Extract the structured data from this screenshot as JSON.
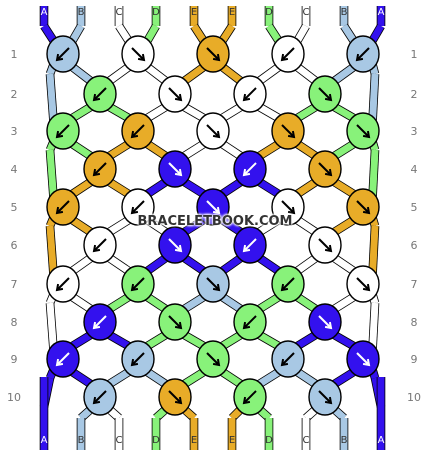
{
  "watermark": "BRACELETBOOK.COM",
  "strings_top": [
    "A",
    "B",
    "C",
    "D",
    "E",
    "E",
    "D",
    "C",
    "B",
    "A"
  ],
  "strings_bottom": [
    "A",
    "B",
    "C",
    "D",
    "E",
    "E",
    "D",
    "C",
    "B",
    "A"
  ],
  "row_labels": [
    "1",
    "2",
    "3",
    "4",
    "5",
    "6",
    "7",
    "8",
    "9",
    "10"
  ],
  "colors": {
    "A": "#3311ee",
    "B": "#a8c8e4",
    "C": "#ffffff",
    "D": "#88f27a",
    "E": "#e8ac28"
  },
  "rows": [
    [
      {
        "c": "B",
        "d": "dl"
      },
      {
        "c": "C",
        "d": "dr"
      },
      {
        "c": "E",
        "d": "dr"
      },
      {
        "c": "C",
        "d": "dl"
      },
      {
        "c": "B",
        "d": "dl"
      }
    ],
    [
      {
        "c": "D",
        "d": "dl"
      },
      {
        "c": "C",
        "d": "dr"
      },
      {
        "c": "C",
        "d": "dl"
      },
      {
        "c": "D",
        "d": "dr"
      }
    ],
    [
      {
        "c": "D",
        "d": "dl"
      },
      {
        "c": "E",
        "d": "dl"
      },
      {
        "c": "C",
        "d": "dr"
      },
      {
        "c": "E",
        "d": "dr"
      },
      {
        "c": "D",
        "d": "dr"
      }
    ],
    [
      {
        "c": "E",
        "d": "dl"
      },
      {
        "c": "A",
        "d": "dr"
      },
      {
        "c": "A",
        "d": "dl"
      },
      {
        "c": "E",
        "d": "dr"
      }
    ],
    [
      {
        "c": "E",
        "d": "dl"
      },
      {
        "c": "C",
        "d": "dl"
      },
      {
        "c": "A",
        "d": "dr"
      },
      {
        "c": "C",
        "d": "dr"
      },
      {
        "c": "E",
        "d": "dr"
      }
    ],
    [
      {
        "c": "C",
        "d": "dl"
      },
      {
        "c": "A",
        "d": "dr"
      },
      {
        "c": "A",
        "d": "dl"
      },
      {
        "c": "C",
        "d": "dr"
      }
    ],
    [
      {
        "c": "C",
        "d": "dl"
      },
      {
        "c": "D",
        "d": "dl"
      },
      {
        "c": "B",
        "d": "dr"
      },
      {
        "c": "D",
        "d": "dl"
      },
      {
        "c": "C",
        "d": "dr"
      }
    ],
    [
      {
        "c": "A",
        "d": "dl"
      },
      {
        "c": "D",
        "d": "dr"
      },
      {
        "c": "D",
        "d": "dl"
      },
      {
        "c": "A",
        "d": "dr"
      }
    ],
    [
      {
        "c": "A",
        "d": "dl"
      },
      {
        "c": "B",
        "d": "dl"
      },
      {
        "c": "D",
        "d": "dr"
      },
      {
        "c": "B",
        "d": "dl"
      },
      {
        "c": "A",
        "d": "dr"
      }
    ],
    [
      {
        "c": "B",
        "d": "dl"
      },
      {
        "c": "E",
        "d": "dr"
      },
      {
        "c": "D",
        "d": "dl"
      },
      {
        "c": "B",
        "d": "dr"
      }
    ]
  ]
}
